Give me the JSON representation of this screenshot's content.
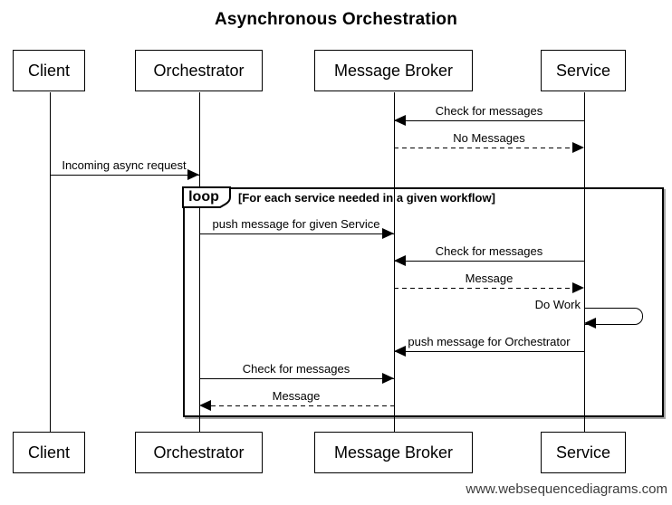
{
  "diagram": {
    "title": "Asynchronous Orchestration",
    "type": "sequence-diagram",
    "watermark": "www.websequencediagrams.com",
    "colors": {
      "line": "#000000",
      "background": "#ffffff",
      "box_fill": "#ffffff",
      "loop_border": "#000000"
    }
  },
  "participants": [
    {
      "id": "client",
      "label": "Client"
    },
    {
      "id": "orchestrator",
      "label": "Orchestrator"
    },
    {
      "id": "message-broker",
      "label": "Message Broker"
    },
    {
      "id": "service",
      "label": "Service"
    }
  ],
  "loop": {
    "label": "loop",
    "condition": "[For each service needed in a given workflow]"
  },
  "messages": [
    {
      "label": "Check for messages",
      "from": "Service",
      "to": "Message Broker",
      "style": "solid",
      "in_loop": false
    },
    {
      "label": "No Messages",
      "from": "Message Broker",
      "to": "Service",
      "style": "dashed",
      "in_loop": false
    },
    {
      "label": "Incoming async request",
      "from": "Client",
      "to": "Orchestrator",
      "style": "solid",
      "in_loop": false
    },
    {
      "label": "push message for given Service",
      "from": "Orchestrator",
      "to": "Message Broker",
      "style": "solid",
      "in_loop": true
    },
    {
      "label": "Check for messages",
      "from": "Service",
      "to": "Message Broker",
      "style": "solid",
      "in_loop": true
    },
    {
      "label": "Message",
      "from": "Message Broker",
      "to": "Service",
      "style": "dashed",
      "in_loop": true
    },
    {
      "label": "Do Work",
      "from": "Service",
      "to": "Service",
      "style": "self",
      "in_loop": true
    },
    {
      "label": "push message for Orchestrator",
      "from": "Service",
      "to": "Message Broker",
      "style": "solid",
      "in_loop": true
    },
    {
      "label": "Check for messages",
      "from": "Orchestrator",
      "to": "Message Broker",
      "style": "solid",
      "in_loop": true
    },
    {
      "label": "Message",
      "from": "Message Broker",
      "to": "Orchestrator",
      "style": "dashed",
      "in_loop": true
    }
  ]
}
